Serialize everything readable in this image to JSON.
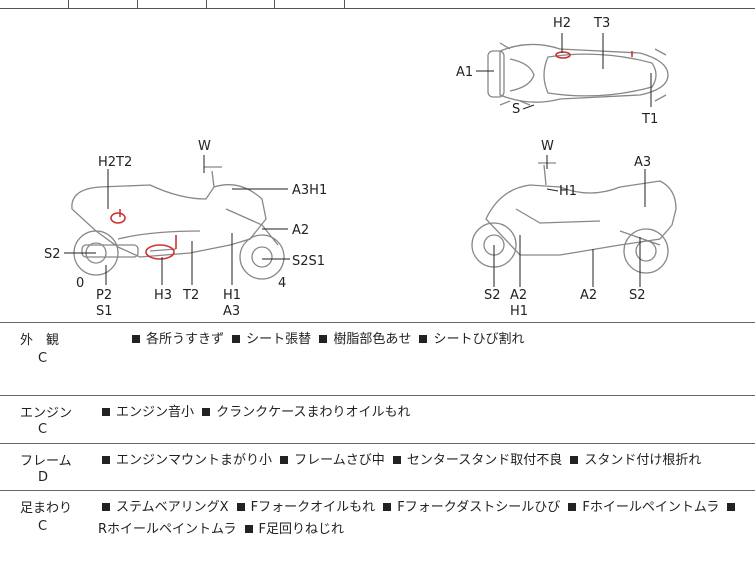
{
  "diagram": {
    "labels": {
      "top_h2": "H2",
      "top_t3": "T3",
      "top_a1": "A1",
      "top_s": "S",
      "top_t1": "T1",
      "left_h2t2": "H2T2",
      "left_w": "W",
      "left_a3h1": "A3H1",
      "left_a2": "A2",
      "left_s2": "S2",
      "left_s2s1": "S2S1",
      "left_0": "0",
      "left_4": "4",
      "left_p2": "P2",
      "left_s1": "S1",
      "left_h3": "H3",
      "left_t2": "T2",
      "left_h1": "H1",
      "left_a3": "A3",
      "right_w": "W",
      "right_a3": "A3",
      "right_h1": "H1",
      "right_s2a": "S2",
      "right_a2a": "A2",
      "right_h1b": "H1",
      "right_a2b": "A2",
      "right_s2b": "S2"
    }
  },
  "sections": [
    {
      "category": "外　観",
      "grade": "C",
      "items": [
        "各所うすきず",
        "シート張替",
        "樹脂部色あせ",
        "シートひび割れ"
      ]
    },
    {
      "category": "エンジン",
      "grade": "C",
      "items": [
        "エンジン音小",
        "クランクケースまわりオイルもれ"
      ]
    },
    {
      "category": "フレーム",
      "grade": "D",
      "items": [
        "エンジンマウントまがり小",
        "フレームさび中",
        "センタースタンド取付不良",
        "スタンド付け根折れ"
      ]
    },
    {
      "category": "足まわり",
      "grade": "C",
      "items": [
        "ステムベアリングX",
        "Fフォークオイルもれ",
        "Fフォークダストシールひび",
        "Fホイールペイントムラ",
        "Rホイールペイントムラ",
        "F足回りねじれ"
      ]
    }
  ]
}
